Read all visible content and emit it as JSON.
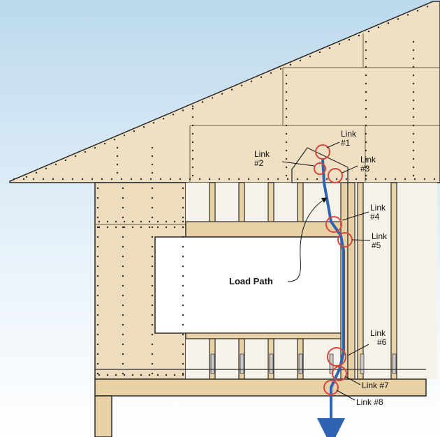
{
  "diagram": {
    "load_path_label": "Load Path",
    "links": [
      {
        "id": "link-1",
        "line1": "Link",
        "line2": "#1"
      },
      {
        "id": "link-2",
        "line1": "Link",
        "line2": "#2"
      },
      {
        "id": "link-3",
        "line1": "Link",
        "line2": "#3"
      },
      {
        "id": "link-4",
        "line1": "Link",
        "line2": "#4"
      },
      {
        "id": "link-5",
        "line1": "Link",
        "line2": "#5"
      },
      {
        "id": "link-6",
        "line1": "Link",
        "line2": "#6"
      },
      {
        "id": "link-7",
        "line1": "Link #7",
        "line2": ""
      },
      {
        "id": "link-8",
        "line1": "Link #8",
        "line2": ""
      }
    ]
  },
  "colors": {
    "sky_top": "#bcd9ee",
    "sky_bottom": "#ffffff",
    "sheathing": "#efe0c3",
    "lumber": "#e8d1a4",
    "outline": "#2b2b2b",
    "load_path": "#2f64b3",
    "ring": "#d9453c"
  }
}
